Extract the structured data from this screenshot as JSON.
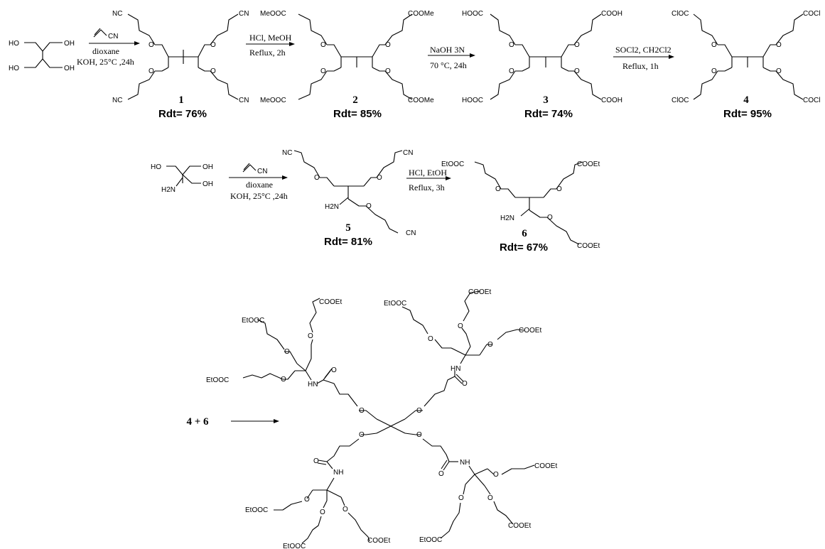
{
  "groups": {
    "oh": "OH",
    "ho": "HO",
    "nh2": "H2N",
    "nh": "NH",
    "hn": "HN",
    "cn": "CN",
    "nc": "NC",
    "o": "O",
    "cooet": "COOEt",
    "etooc": "EtOOC",
    "coome": "COOMe",
    "meooc": "MeOOC",
    "cooh": "COOH",
    "hooc": "HOOC",
    "cocl": "COCl",
    "clOC": "ClOC"
  },
  "step1": {
    "compound": "1",
    "yield": "Rdt= 76%",
    "reagent_cn": "CN",
    "solvent": "dioxane",
    "conditions": "KOH, 25°C ,24h"
  },
  "step2": {
    "compound": "2",
    "yield": "Rdt= 85%",
    "reagent": "HCl, MeOH",
    "conditions": "Reflux, 2h"
  },
  "step3": {
    "compound": "3",
    "yield": "Rdt= 74%",
    "reagent": "NaOH 3N",
    "conditions": "70 °C, 24h"
  },
  "step4": {
    "compound": "4",
    "yield": "Rdt= 95%",
    "reagent": "SOCl2, CH2Cl2",
    "conditions": "Reflux, 1h"
  },
  "step5": {
    "compound": "5",
    "yield": "Rdt= 81%",
    "reagent_cn": "CN",
    "solvent": "dioxane",
    "conditions": "KOH, 25°C ,24h"
  },
  "step6": {
    "compound": "6",
    "yield": "Rdt= 67%",
    "reagent": "HCl, EtOH",
    "conditions": "Reflux, 3h"
  },
  "final": {
    "reactants": "4 + 6"
  }
}
